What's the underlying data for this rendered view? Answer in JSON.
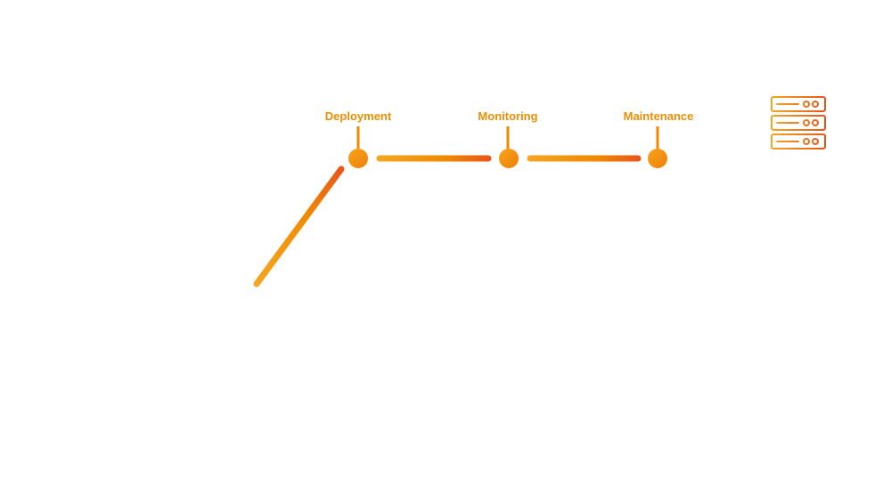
{
  "theme": {
    "accent_light": "#F5A623",
    "accent_mid": "#F08A00",
    "accent_dark": "#E8561A",
    "label_color": "#EE8E00",
    "background": "#FFFFFF"
  },
  "pipeline": {
    "stages": [
      {
        "label": "Deployment"
      },
      {
        "label": "Monitoring"
      },
      {
        "label": "Maintenance"
      }
    ]
  },
  "icons": {
    "end_icon": "server-rack-icon"
  }
}
